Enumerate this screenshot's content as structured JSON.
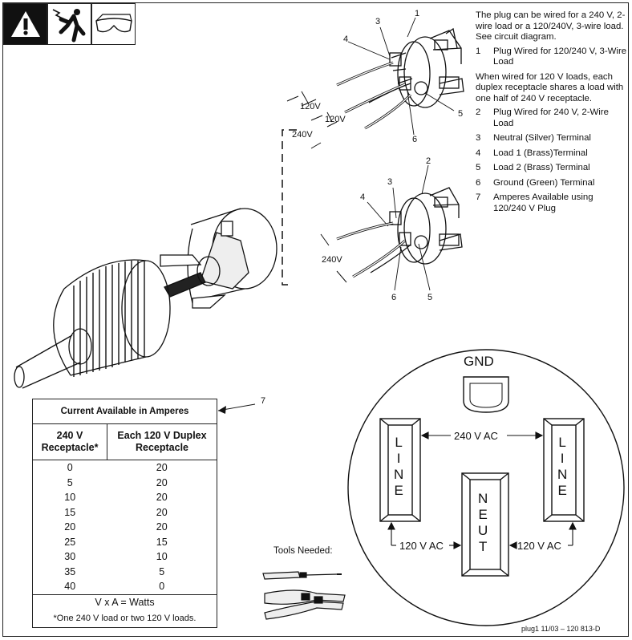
{
  "hazard_icons": [
    "warning-triangle-icon",
    "electric-shock-icon",
    "safety-glasses-icon"
  ],
  "description": {
    "intro": "The plug can be wired for a 240 V, 2-wire load or a 120/240V, 3-wire load. See circuit diagram.",
    "items": [
      {
        "num": "1",
        "text": "Plug Wired for 120/240 V, 3-Wire Load"
      },
      {
        "num": "2",
        "text": "Plug Wired for 240 V, 2-Wire Load"
      },
      {
        "num": "3",
        "text": "Neutral (Silver) Terminal"
      },
      {
        "num": "4",
        "text": "Load 1 (Brass)Terminal"
      },
      {
        "num": "5",
        "text": "Load 2 (Brass) Terminal"
      },
      {
        "num": "6",
        "text": "Ground (Green) Terminal"
      },
      {
        "num": "7",
        "text": "Amperes Available using 120/240 V Plug"
      }
    ],
    "note": "When wired for 120 V loads, each duplex receptacle shares a load with one half of 240 V receptacle."
  },
  "callouts": {
    "c1": "1",
    "c2": "2",
    "c3a": "3",
    "c3b": "3",
    "c4a": "4",
    "c4b": "4",
    "c5a": "5",
    "c5b": "5",
    "c6a": "6",
    "c6b": "6",
    "c7": "7"
  },
  "voltage_labels": {
    "v120a": "120V",
    "v120b": "120V",
    "v240a": "240V",
    "v240b": "240V"
  },
  "table": {
    "title": "Current Available in Amperes",
    "col1": "240 V Receptacle*",
    "col2": "Each 120 V Duplex Receptacle",
    "rows": [
      [
        "0",
        "20"
      ],
      [
        "5",
        "20"
      ],
      [
        "10",
        "20"
      ],
      [
        "15",
        "20"
      ],
      [
        "20",
        "20"
      ],
      [
        "25",
        "15"
      ],
      [
        "30",
        "10"
      ],
      [
        "35",
        "5"
      ],
      [
        "40",
        "0"
      ]
    ],
    "formula": "V x A = Watts",
    "footnote": "*One 240 V load or two 120 V loads."
  },
  "tools_label": "Tools Needed:",
  "receptacle": {
    "gnd": "GND",
    "line_left": "LINE",
    "line_right": "LINE",
    "neut": "NEUT",
    "v240": "240 V AC",
    "v120_left": "120 V AC",
    "v120_right": "120 V AC"
  },
  "footer": "plug1 11/03 – 120 813-D"
}
